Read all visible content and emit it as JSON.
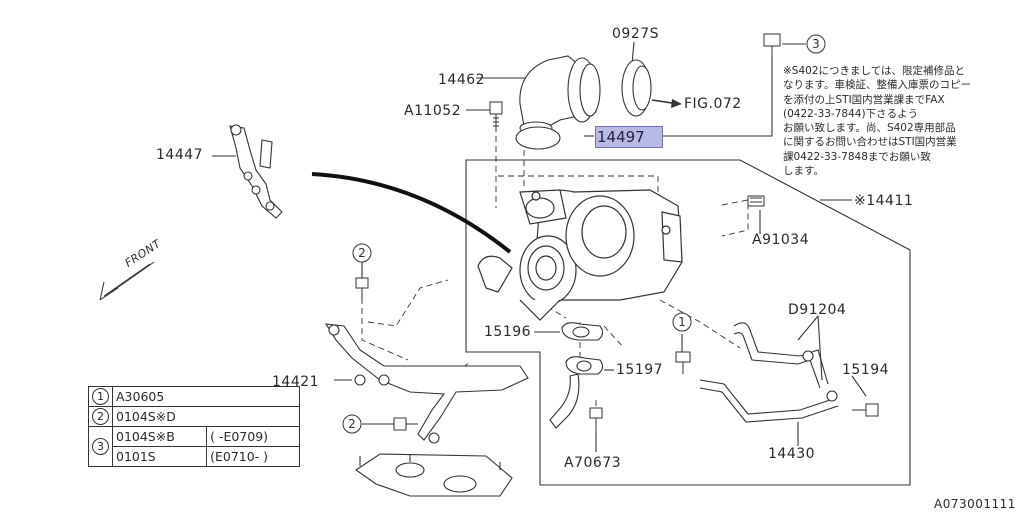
{
  "labels": {
    "p0927s": "0927S",
    "p14462": "14462",
    "a11052": "A11052",
    "fig072": "FIG.072",
    "p14497": "14497",
    "p14447": "14447",
    "p14411": "※14411",
    "a91034": "A91034",
    "front": "FRONT",
    "p15196": "15196",
    "p15197": "15197",
    "p14421": "14421",
    "d91204": "D91204",
    "p15194": "15194",
    "p14430": "14430",
    "a70673": "A70673",
    "figure_code": "A073001111"
  },
  "callouts": {
    "c1": "1",
    "c2": "2",
    "c3": "3"
  },
  "note": [
    "※S402につきましては、限定補修品と",
    "なります。車検証、整備入庫票のコピー",
    "を添付の上STI国内営業課までFAX",
    "(0422-33-7844)下さるよう",
    "お願い致します。尚、S402専用部品",
    "に関するお問い合わせはSTI国内営業",
    "課0422-33-7848までお願い致",
    "します。"
  ],
  "legend": [
    {
      "num": "1",
      "part": "A30605",
      "range": ""
    },
    {
      "num": "2",
      "part": "0104S※D",
      "range": ""
    },
    {
      "num": "3",
      "part": "0104S※B",
      "range": "( -E0709)"
    },
    {
      "num": "",
      "part": "0101S",
      "range": "(E0710- )"
    }
  ]
}
